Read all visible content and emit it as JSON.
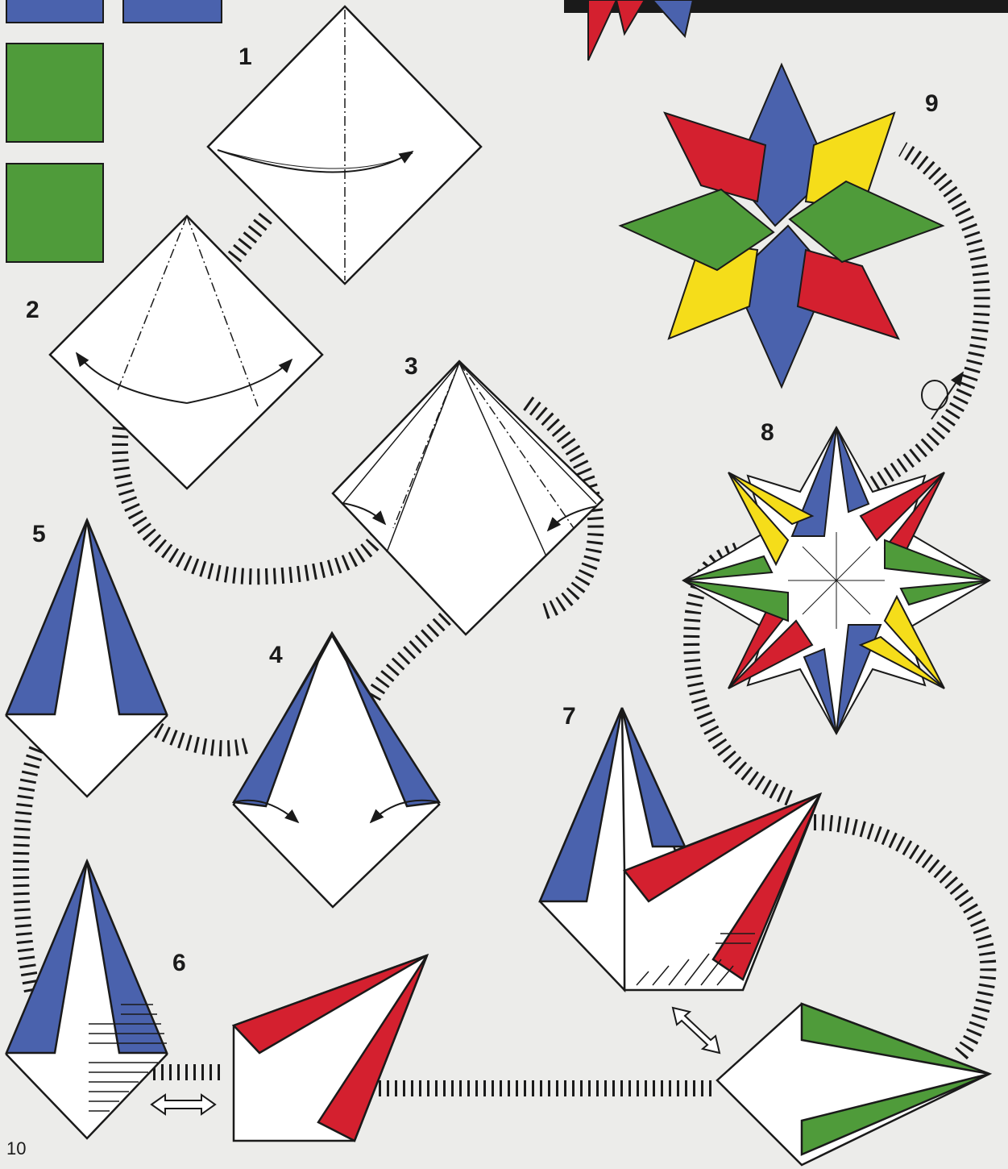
{
  "colors": {
    "blue": "#4a62ad",
    "red": "#d4202f",
    "yellow": "#f5dd1a",
    "green": "#4f9b3a",
    "paper": "#ffffff",
    "background": "#ececea",
    "ink": "#1a1a1a"
  },
  "page_number": "10",
  "steps": [
    {
      "label": "1"
    },
    {
      "label": "2"
    },
    {
      "label": "3"
    },
    {
      "label": "4"
    },
    {
      "label": "5"
    },
    {
      "label": "6"
    },
    {
      "label": "7"
    },
    {
      "label": "8"
    },
    {
      "label": "9"
    }
  ],
  "paper_swatches": [
    "blue",
    "blue",
    "green",
    "green"
  ],
  "symbols": [
    "fold-arrow",
    "double-arrow",
    "turn-over-arrow",
    "valley-fold-line"
  ]
}
